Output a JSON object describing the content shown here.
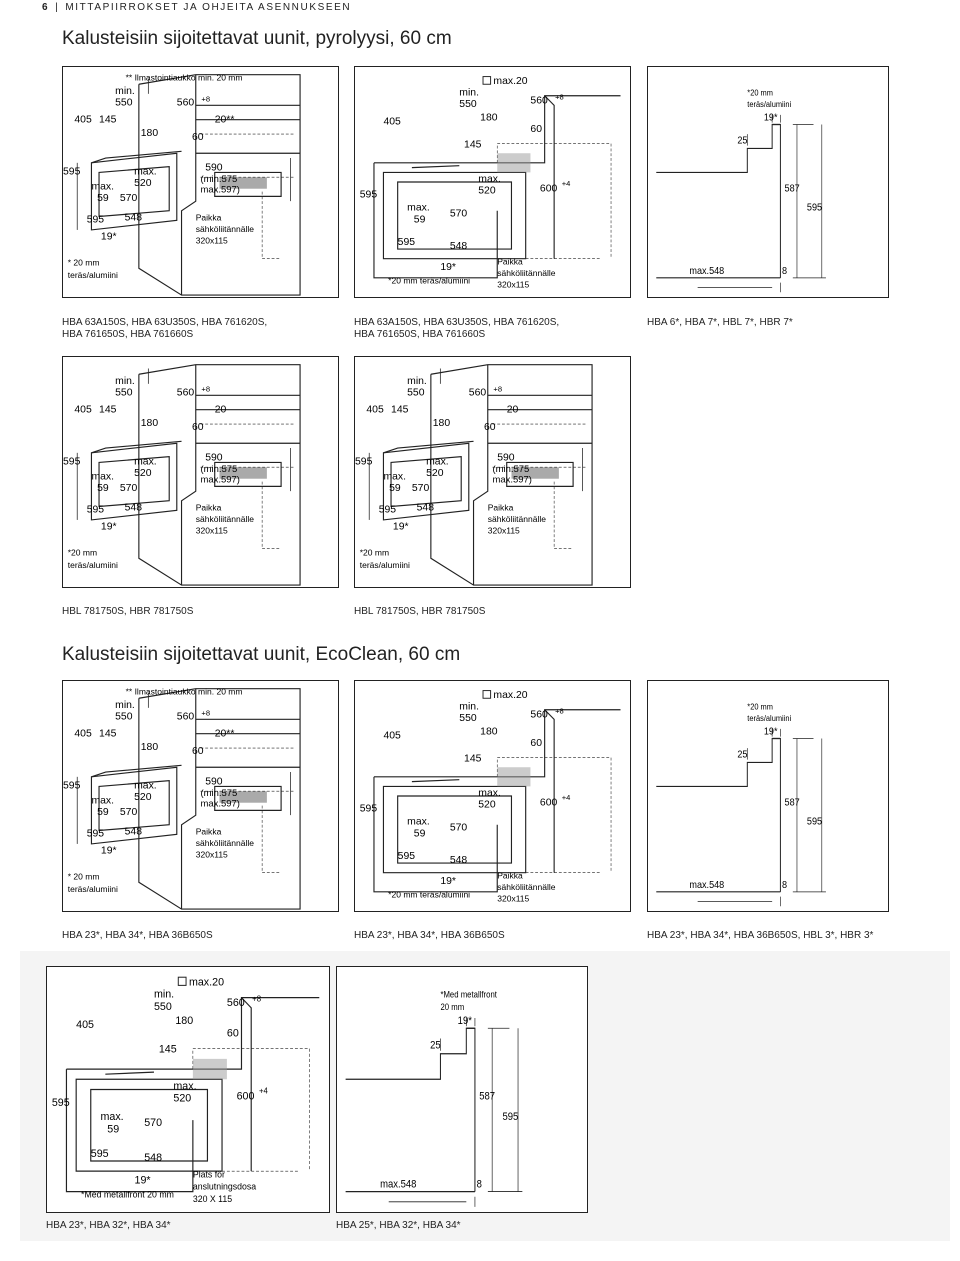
{
  "header": {
    "page_number": "6",
    "section": "MITTAPIIRROKSET JA OHJEITA ASENNUKSEEN"
  },
  "section_titles": {
    "pyrolysis": "Kalusteisiin sijoitettavat uunit, pyrolyysi, 60 cm",
    "ecoclean": "Kalusteisiin sijoitettavat uunit, EcoClean, 60 cm"
  },
  "labels": {
    "vent_note": "** Ilmastointiaukko min. 20 mm",
    "min": "min.",
    "max": "max.",
    "d550": "550",
    "d560": "560",
    "plus8": "+8",
    "plus4": "+4",
    "d20s": "20**",
    "d20": "20",
    "d60": "60",
    "d180": "180",
    "d405": "405",
    "d145": "145",
    "d595": "595",
    "d59": "59",
    "d520": "520",
    "d570": "570",
    "d548": "548",
    "d19s": "19*",
    "d590": "590",
    "min575": "(min.575",
    "max597": "max.597)",
    "d600": "600",
    "max20": "max.20",
    "paikka": "Paikka",
    "sahko": "sähköliitännälle",
    "size": "320x115",
    "steel": "teräs/alumiini",
    "twenty_mm": "*20 mm",
    "twenty_mm_sp": "* 20 mm",
    "steel_inline": "*20 mm teräs/alumiini",
    "d25": "25",
    "d587": "587",
    "max548": "max.548",
    "d8": "8",
    "metall_front": "*Med metallfront",
    "metall_20": "20 mm",
    "metall_inline": "*Med metallfront 20 mm",
    "plats": "Plats för",
    "anslut": "anslutningsdosa",
    "size_sv": "320 X 115"
  },
  "captions": {
    "p1": [
      "HBA 63A150S, HBA 63U350S, HBA 761620S,",
      "HBA 761650S, HBA 761660S"
    ],
    "p2": [
      "HBA 63A150S, HBA 63U350S, HBA 761620S,",
      "HBA 761650S, HBA 761660S"
    ],
    "p3": [
      "HBA 6*, HBA 7*, HBL 7*, HBR 7*"
    ],
    "p4": [
      "HBL 781750S, HBR 781750S"
    ],
    "p5": [
      "HBL 781750S, HBR 781750S"
    ],
    "p6": [
      "HBA 23*, HBA 34*, HBA 36B650S"
    ],
    "p7": [
      "HBA 23*, HBA 34*, HBA 36B650S"
    ],
    "p8": [
      "HBA 23*, HBA 34*, HBA 36B650S, HBL 3*, HBR 3*"
    ],
    "p9": [
      "HBA 23*, HBA 32*, HBA 34*"
    ],
    "p10": [
      "HBA 25*, HBA 32*, HBA 34*"
    ]
  }
}
